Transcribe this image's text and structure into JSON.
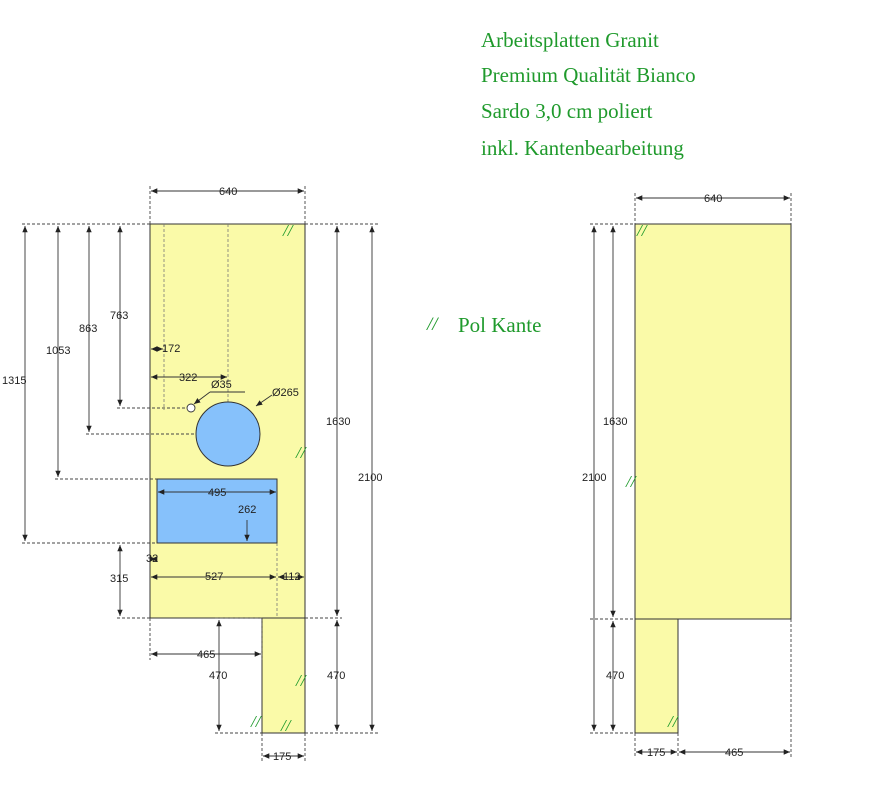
{
  "title": {
    "lines": [
      "Arbeitsplatten Granit",
      "Premium Qualität Bianco",
      "Sardo 3,0 cm poliert",
      "inkl. Kantenbearbeitung"
    ]
  },
  "legend": {
    "symbol": "//",
    "label": "Pol Kante"
  },
  "colors": {
    "slab": "#fafaa8",
    "cutout": "#86c1fb",
    "accent": "#1f9a2c"
  },
  "left_plan": {
    "dims": {
      "width_top": "640",
      "left_1315": "1315",
      "left_1053": "1053",
      "left_863": "863",
      "left_763": "763",
      "h_172": "172",
      "h_322": "322",
      "tap_hole": "Ø35",
      "sink_round": "Ø265",
      "right_1630": "1630",
      "right_2100": "2100",
      "sink_width": "495",
      "sink_depth": "262",
      "bottom_32": "32",
      "bottom_315": "315",
      "bottom_527": "527",
      "bottom_112": "112",
      "lower_465": "465",
      "lower_470_left": "470",
      "lower_470_right": "470",
      "lower_175": "175"
    }
  },
  "right_plan": {
    "dims": {
      "width_top": "640",
      "left_1630": "1630",
      "left_2100": "2100",
      "lower_470": "470",
      "bottom_175": "175",
      "bottom_465": "465"
    }
  }
}
